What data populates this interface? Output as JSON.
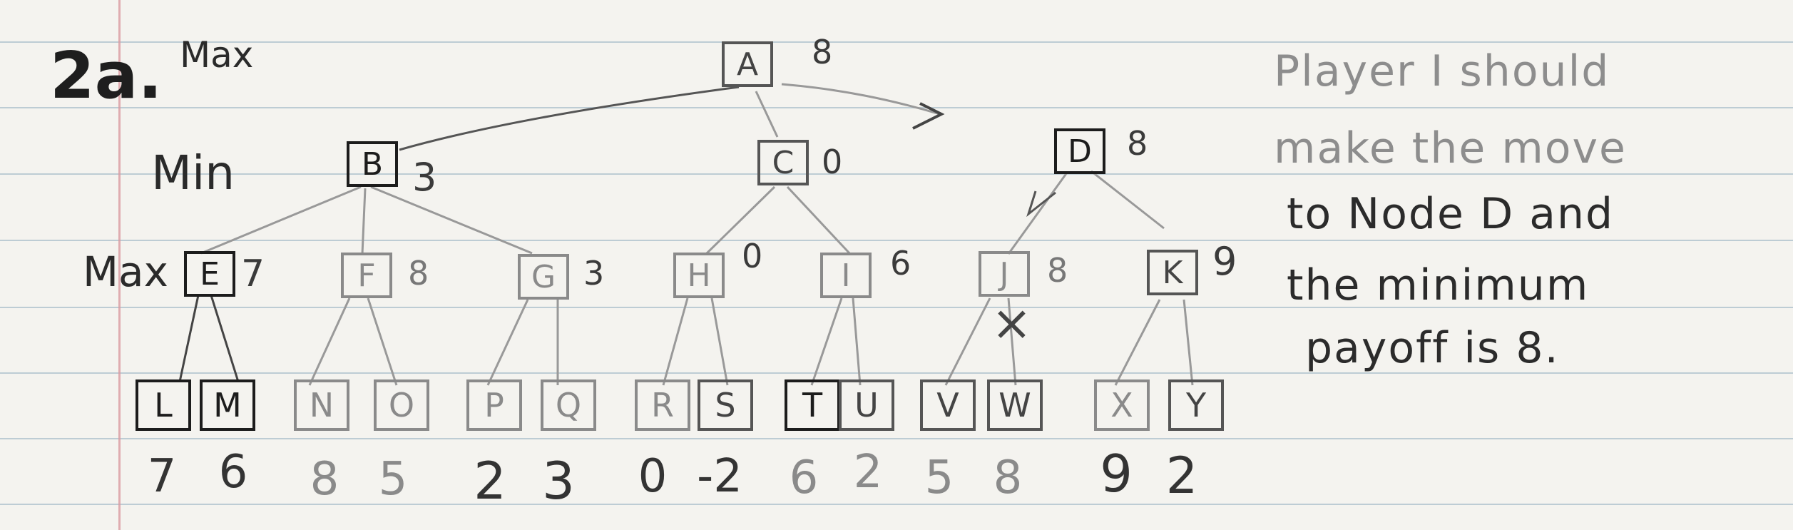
{
  "problem_label": "2a.",
  "levels": {
    "root": "Max",
    "level1": "Min",
    "level2": "Max"
  },
  "nodes": {
    "A": {
      "label": "A",
      "value": "8"
    },
    "B": {
      "label": "B",
      "value": "3"
    },
    "C": {
      "label": "C",
      "value": "0"
    },
    "D": {
      "label": "D",
      "value": "8"
    },
    "E": {
      "label": "E",
      "value": "7"
    },
    "F": {
      "label": "F",
      "value": "8"
    },
    "G": {
      "label": "G",
      "value": "3"
    },
    "H": {
      "label": "H",
      "value": "0"
    },
    "I": {
      "label": "I",
      "value": "6"
    },
    "J": {
      "label": "J",
      "value": "8"
    },
    "K": {
      "label": "K",
      "value": "9"
    }
  },
  "leaves": [
    {
      "label": "L",
      "value": "7"
    },
    {
      "label": "M",
      "value": "6"
    },
    {
      "label": "N",
      "value": "8"
    },
    {
      "label": "O",
      "value": "5"
    },
    {
      "label": "P",
      "value": "2"
    },
    {
      "label": "Q",
      "value": "3"
    },
    {
      "label": "R",
      "value": "0"
    },
    {
      "label": "S",
      "value": "-2"
    },
    {
      "label": "T",
      "value": "6"
    },
    {
      "label": "U",
      "value": "2"
    },
    {
      "label": "V",
      "value": "5"
    },
    {
      "label": "W",
      "value": "8"
    },
    {
      "label": "X",
      "value": "9"
    },
    {
      "label": "Y",
      "value": "2"
    }
  ],
  "prune_mark": "×",
  "answer_lines": [
    "Player I should",
    "make the move",
    "to Node D and",
    "the minimum",
    "payoff is 8."
  ],
  "colors": {
    "ink": "#2a2a2a",
    "faint_ink": "#8a8a8a",
    "rule_lines": "#9fb7c4",
    "margin_line": "#d99aa0",
    "paper": "#f4f3ef"
  }
}
